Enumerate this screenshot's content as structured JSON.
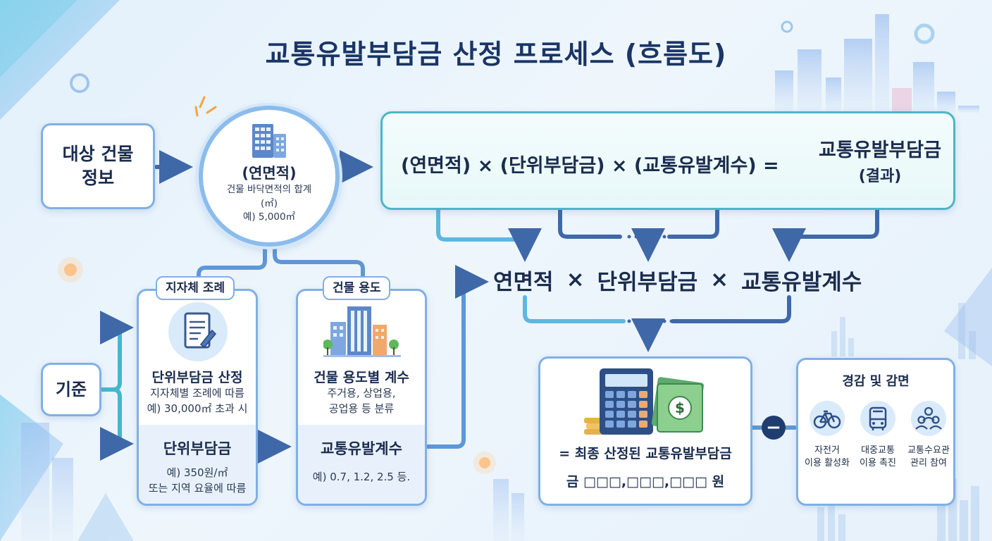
{
  "title": "교통유발부담금 산정 프로세스 (흐름도)",
  "building_info": {
    "line1": "대상 건물",
    "line2": "정보"
  },
  "area_node": {
    "label": "(연면적)",
    "desc1": "건물 바닥면적의 합계",
    "desc2": "(㎡)",
    "example": "예) 5,000㎡"
  },
  "formula_top": {
    "expression": "(연면적) × (단위부담금) × (교통유발계수) =",
    "result_label": "교통유발부담금",
    "result_sub": "(결과)"
  },
  "formula_mid": {
    "term1": "연면적",
    "op1": "×",
    "term2": "단위부담금",
    "op2": "×",
    "term3": "교통유발계수"
  },
  "criteria": {
    "label": "기준"
  },
  "ordinance_box": {
    "tab": "지자체 조례",
    "heading": "단위부담금 산정",
    "desc1": "지자체별 조례에 따름",
    "desc2": "예) 30,000㎡ 초과 시",
    "result_title": "단위부담금",
    "result_desc1": "예) 350원/㎡",
    "result_desc2": "또는 지역 요율에 따름"
  },
  "usage_box": {
    "tab": "건물 용도",
    "heading": "건물 용도별 계수",
    "desc1": "주거용, 상업용,",
    "desc2": "공업용 등 분류",
    "result_title": "교통유발계수",
    "result_desc": "예) 0.7, 1.2, 2.5 등."
  },
  "final_box": {
    "label": "= 최종 산정된 교통유발부담금",
    "amount": "금 □□□,□□□,□□□ 원"
  },
  "minus_symbol": "−",
  "reduction_box": {
    "title": "경감 및 감면",
    "items": [
      {
        "icon": "bicycle-icon",
        "line1": "자전거",
        "line2": "이용 활성화"
      },
      {
        "icon": "bus-icon",
        "line1": "대중교통",
        "line2": "이용 촉진"
      },
      {
        "icon": "people-icon",
        "line1": "교통수요관",
        "line2": "관리 참여"
      }
    ]
  },
  "colors": {
    "accent": "#4a76b8",
    "formula_border": "#4bb6c6",
    "card_border": "#7fb0e6",
    "title": "#1a3566"
  }
}
